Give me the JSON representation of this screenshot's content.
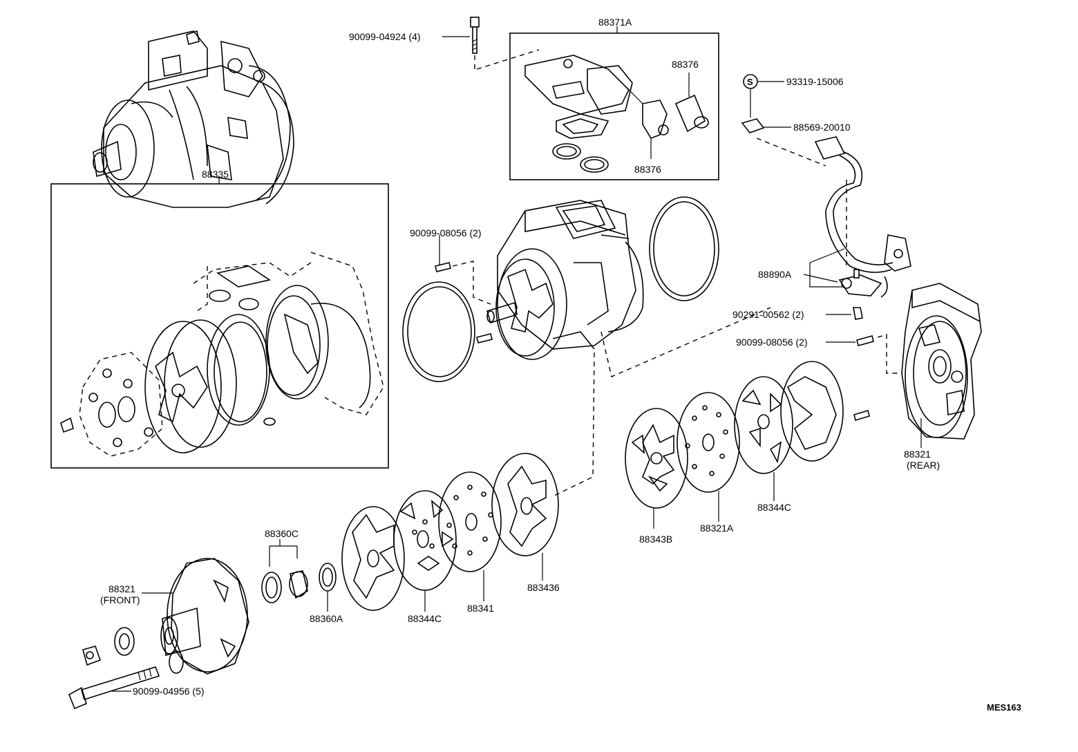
{
  "figure_code": "MES163",
  "callouts": {
    "bolt_top": "90099-04924 (4)",
    "cover_assy": "88371A",
    "valve_a": "88376",
    "valve_b": "88376",
    "screw_s": "93319-15006",
    "s_symbol": "S",
    "clip": "88569-20010",
    "cylinder_assy": "88335",
    "pin_upper": "90099-08056 (2)",
    "sensor": "88890A",
    "bolt_sensor": "90291-00562 (2)",
    "pin_rear": "90099-08056 (2)",
    "rear_housing_num": "88321",
    "rear_housing_note": "(REAR)",
    "valve_plate_rear": "88343B",
    "reed_rear": "88321A",
    "gasket_rear": "88344C",
    "seal_kit": "88360C",
    "front_housing_num": "88321",
    "front_housing_note": "(FRONT)",
    "snap_ring": "88360A",
    "gasket_front": "88344C",
    "plate_front": "88341",
    "valve_plate_front": "883436",
    "through_bolt": "90099-04956 (5)"
  }
}
